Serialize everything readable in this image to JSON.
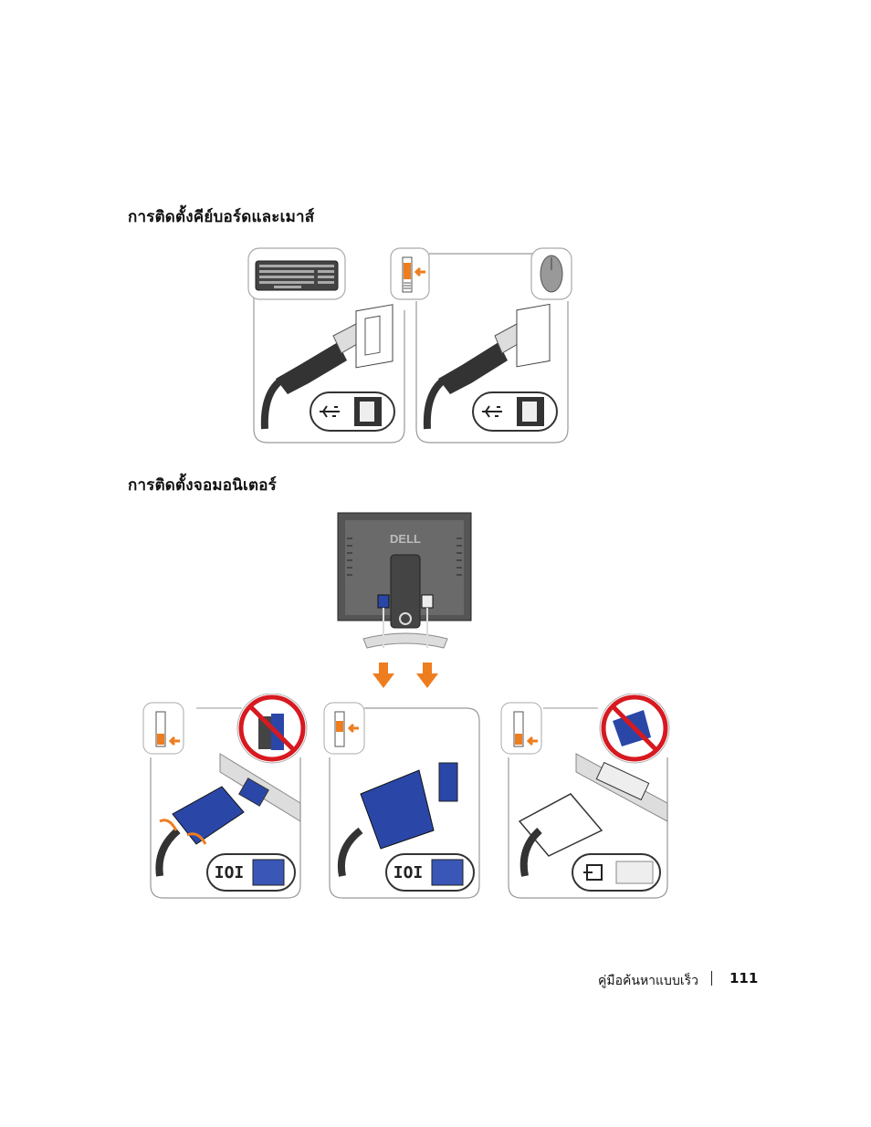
{
  "sections": {
    "keyboard_mouse_title": "การติดตั้งคีย์บอร์ดและเมาส์",
    "monitor_title": "การติดตั้งจอมอนิเตอร์"
  },
  "monitor": {
    "brand": "DELL"
  },
  "footer": {
    "guide_title": "คู่มือค้นหาแบบเร็ว",
    "page_number": "111"
  },
  "colors": {
    "accent_orange": "#ee7d1f",
    "connector_blue": "#2a47a8",
    "prohibit_red": "#d71920"
  }
}
